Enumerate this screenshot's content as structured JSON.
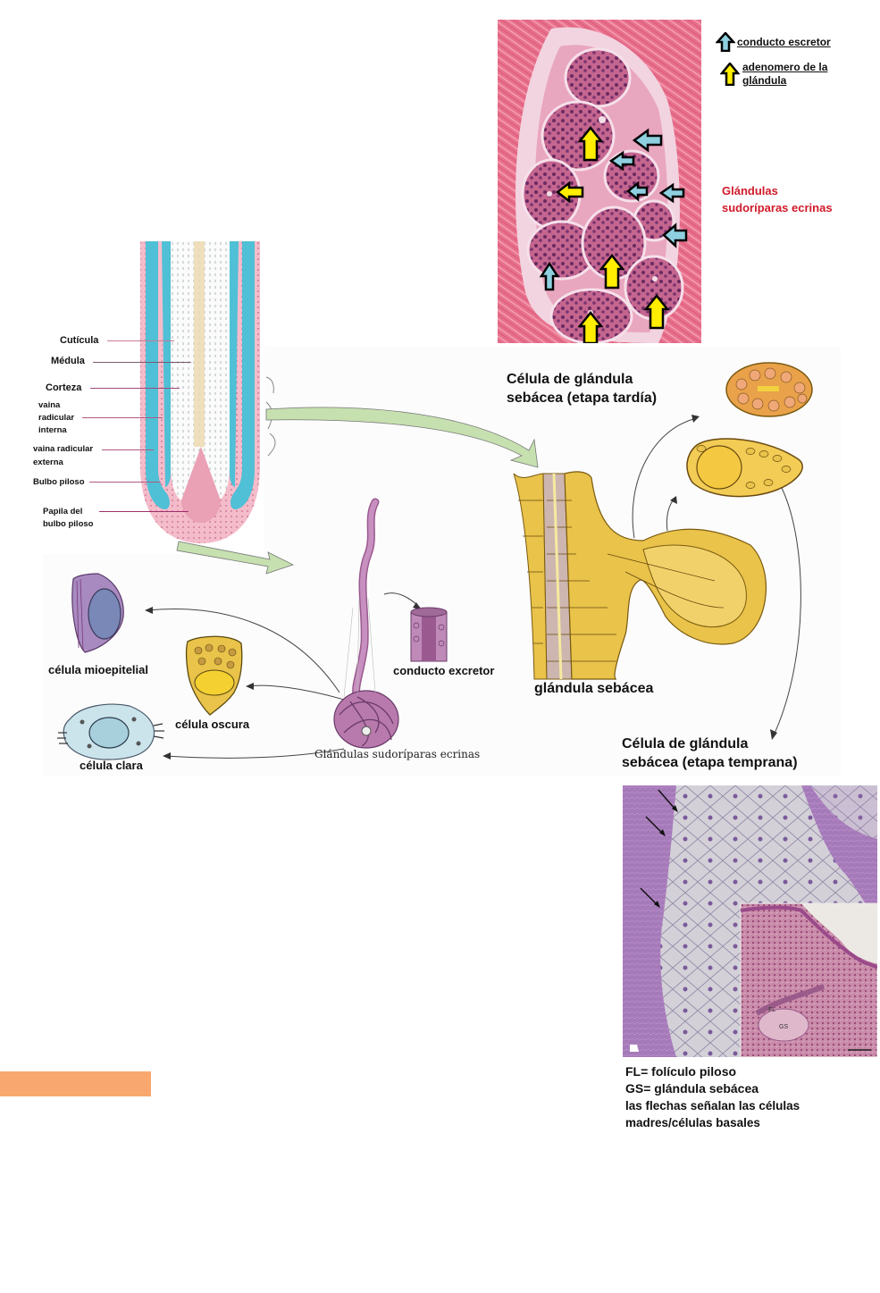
{
  "legend": {
    "items": [
      {
        "label": "conducto escretor",
        "arrow_color": "#8fd0e0",
        "icon": "up-arrow-icon"
      },
      {
        "label_line1": "adenomero de la",
        "label_line2": "glándula",
        "arrow_color": "#ffee00",
        "icon": "up-arrow-icon"
      }
    ]
  },
  "histology_top": {
    "title_line1": "Glándulas",
    "title_line2": "sudoríparas ecrinas",
    "title_color": "#d01a2a"
  },
  "hair_follicle": {
    "labels": [
      "Cutícula",
      "Médula",
      "Corteza",
      "vaina",
      "radicular",
      "interna",
      "vaina radicular",
      "externa",
      "Bulbo piloso",
      "Papila del",
      "bulbo piloso"
    ]
  },
  "sebaceous": {
    "late_cell_line1": "Célula de glándula",
    "late_cell_line2": "sebácea (etapa tardía)",
    "gland_label": "glándula sebácea",
    "early_cell_line1": "Célula de glándula",
    "early_cell_line2": "sebácea (etapa temprana)"
  },
  "sweat_gland": {
    "myoepithelial": "célula mioepitelial",
    "dark_cell": "célula oscura",
    "clear_cell": "célula clara",
    "duct": "conducto excretor",
    "gland_label": "Glándulas sudoríparas ecrinas"
  },
  "histology_bottom": {
    "caption_lines": [
      "FL= folículo piloso",
      "GS= glándula sebácea",
      "las flechas señalan las células",
      "madres/células basales"
    ],
    "inset_labels": [
      "FL",
      "GS"
    ]
  },
  "colors": {
    "orange_bar": "#f8a86e",
    "skin_pink": "#e67a94",
    "he_violet": "#a07ab8",
    "green_arrow": "#c6e0b0"
  }
}
